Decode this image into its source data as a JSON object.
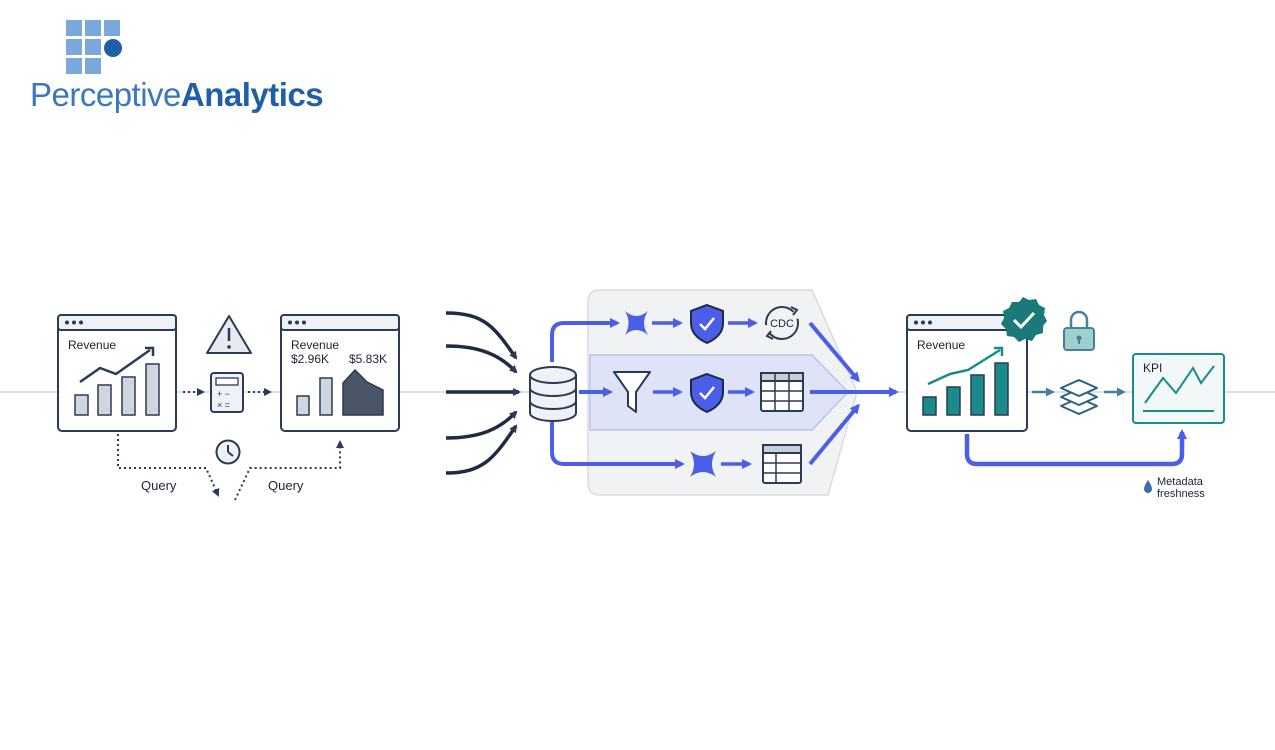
{
  "brand": {
    "word1": "Perceptive",
    "word2": "Analytics"
  },
  "diagram": {
    "left": {
      "card1_title": "Revenue",
      "card2_title": "Revenue",
      "card2_value1": "$2.96K",
      "card2_value2": "$5.83K",
      "query_left": "Query",
      "query_right": "Query"
    },
    "pipeline": {
      "cdc_label": "CDC"
    },
    "right": {
      "card_title": "Revenue",
      "kpi_label": "KPI",
      "metadata_line1": "Metadata",
      "metadata_line2": "freshness"
    }
  },
  "colors": {
    "navy": "#2b3a55",
    "blue": "#4a5ee8",
    "teal": "#1a8a8a",
    "brand": "#3a78be"
  }
}
